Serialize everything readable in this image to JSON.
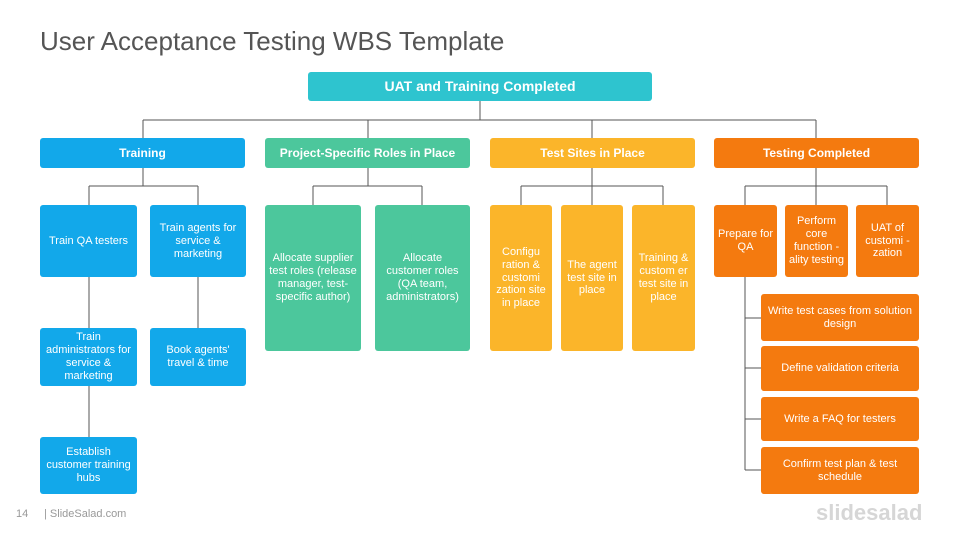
{
  "slide": {
    "title": "User Acceptance Testing WBS Template",
    "page_number": "14",
    "site": "| SlideSalad.com",
    "logo": "slidesalad"
  },
  "colors": {
    "root": "#2ec4cf",
    "training": "#12a8ea",
    "roles": "#4cc79c",
    "sites": "#fbb52a",
    "testing": "#f47a0f",
    "connector": "#555555"
  },
  "root": {
    "label": "UAT and Training Completed"
  },
  "branches": {
    "training": {
      "label": "Training",
      "items": [
        "Train QA testers",
        "Train agents for service & marketing",
        "Train administrators for service & marketing",
        "Book agents' travel & time",
        "Establish customer training hubs"
      ]
    },
    "roles": {
      "label": "Project-Specific Roles in Place",
      "items": [
        "Allocate supplier test roles (release manager, test-specific author)",
        "Allocate customer roles (QA team, administrators)"
      ]
    },
    "sites": {
      "label": "Test Sites in Place",
      "items": [
        "Configu ration & customi zation site in place",
        "The agent test site in place",
        "Training & custom er test site in place"
      ]
    },
    "testing": {
      "label": "Testing Completed",
      "items": [
        "Prepare for QA",
        "Perform core function -ality testing",
        "UAT of customi -zation"
      ],
      "subtasks": [
        "Write test cases from solution design",
        "Define validation criteria",
        "Write a FAQ for testers",
        "Confirm test plan & test schedule"
      ]
    }
  }
}
